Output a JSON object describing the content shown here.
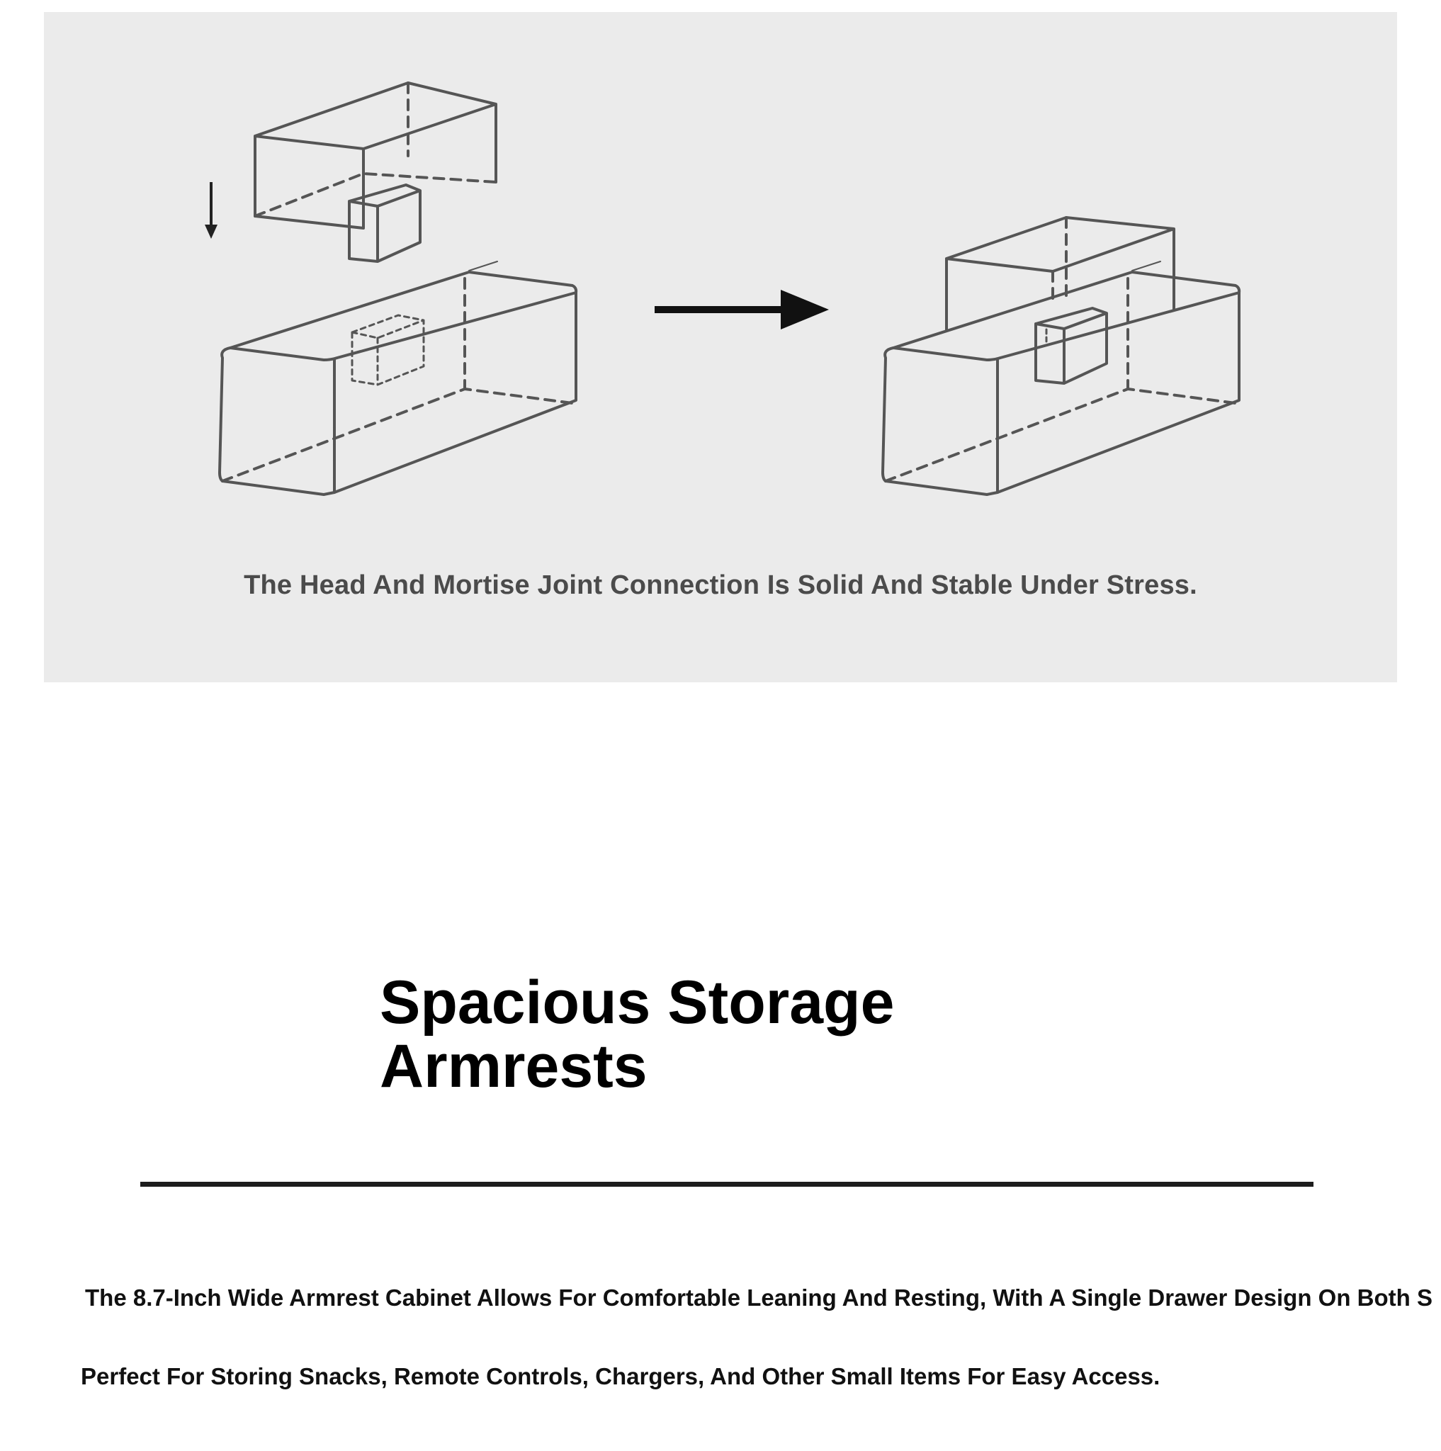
{
  "joint_section": {
    "caption": "The Head And Mortise Joint Connection Is Solid And Stable Under Stress."
  },
  "storage_section": {
    "heading_line1": "Spacious Storage",
    "heading_line2": "Armrests",
    "description_line1": "The 8.7-Inch Wide Armrest Cabinet Allows For Comfortable Leaning And Resting, With A Single Drawer Design On Both S",
    "description_line2": "Perfect For Storing Snacks, Remote Controls, Chargers, And Other Small Items For Easy Access."
  },
  "colors": {
    "panel_background": "#ebebeb",
    "line_art": "#555555",
    "caption_text": "#4b4b4b",
    "divider": "#1d1d1d"
  }
}
